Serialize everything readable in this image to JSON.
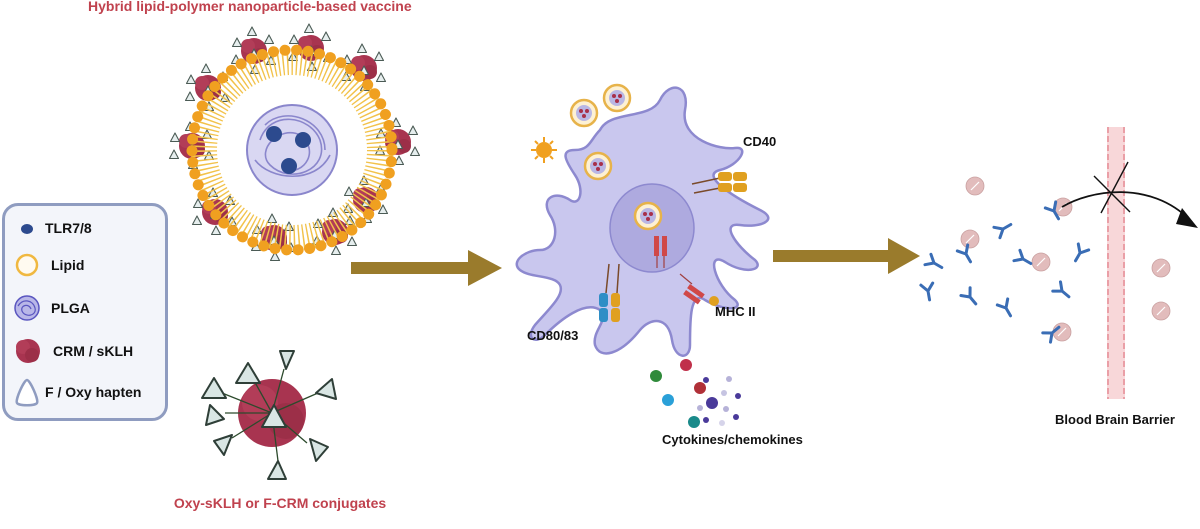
{
  "titles": {
    "nanoparticle": "Hybrid lipid-polymer nanoparticle-based vaccine",
    "conjugates": "Oxy-sKLH or F-CRM conjugates"
  },
  "legend": {
    "items": [
      {
        "label": "TLR7/8",
        "icon": "tlr78-dot-icon"
      },
      {
        "label": "Lipid",
        "icon": "lipid-ring-icon"
      },
      {
        "label": "PLGA",
        "icon": "plga-ball-icon"
      },
      {
        "label": "CRM / sKLH",
        "icon": "carrier-protein-icon"
      },
      {
        "label": "F / Oxy hapten",
        "icon": "hapten-triangle-icon"
      }
    ]
  },
  "cell": {
    "receptors": {
      "cd40": "CD40",
      "mhc": "MHC II",
      "cd80": "CD80/83"
    },
    "cytokines": "Cytokines/chemokines"
  },
  "barrier": {
    "label": "Blood Brain Barrier"
  },
  "colors": {
    "title_red": "#c0424e",
    "arrow_olive": "#9a7b2c",
    "lipid_orange": "#f0a020",
    "protein_crimson": "#a83450",
    "plga_purple": "#8a86cc",
    "cell_lavender": "#c9c7ee",
    "antibody_blue": "#3a6db5",
    "drug_pink": "#e2bcbc",
    "barrier_pink": "#f8d7d9"
  }
}
